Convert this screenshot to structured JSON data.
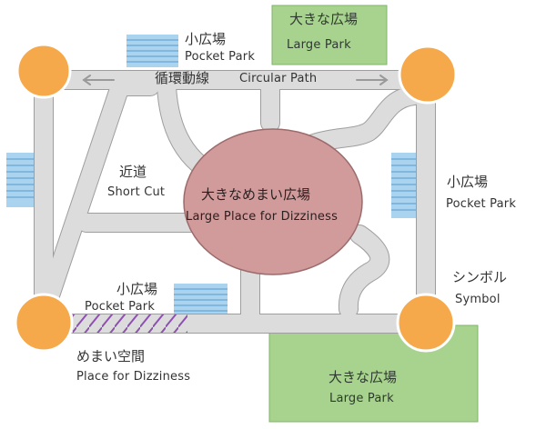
{
  "colors": {
    "path": "#dcdcdc",
    "path_edge": "#9e9e9e",
    "node": "#f5a94a",
    "node_edge": "#ffffff",
    "large_park": "#a8d38f",
    "large_park_edge": "#7fb56a",
    "pocket_park": "#a9d3ef",
    "pocket_park_line": "#6aa6d2",
    "center_plaza": "#d19a9b",
    "center_plaza_edge": "#9c6b6c",
    "dizziness_hatch": "#8e4fb1",
    "arrow": "#9a9a9a"
  },
  "labels": {
    "large_park_top": {
      "jp": "大きな広場",
      "en": "Large Park"
    },
    "large_park_bottom": {
      "jp": "大きな広場",
      "en": "Large Park"
    },
    "pocket_park_top": {
      "jp": "小広場",
      "en": "Pocket Park"
    },
    "pocket_park_right": {
      "jp": "小広場",
      "en": "Pocket Park"
    },
    "pocket_park_bottom": {
      "jp": "小広場",
      "en": "Pocket Park"
    },
    "circular_path": {
      "jp": "循環動線",
      "en": "Circular Path"
    },
    "short_cut": {
      "jp": "近道",
      "en": "Short Cut"
    },
    "center_plaza": {
      "jp": "大きなめまい広場",
      "en": "Large Place for Dizziness"
    },
    "symbol": {
      "jp": "シンボル",
      "en": "Symbol"
    },
    "dizziness_place": {
      "jp": "めまい空間",
      "en": "Place for Dizziness"
    }
  },
  "icons": [
    "arrow-left-icon",
    "arrow-right-icon"
  ]
}
